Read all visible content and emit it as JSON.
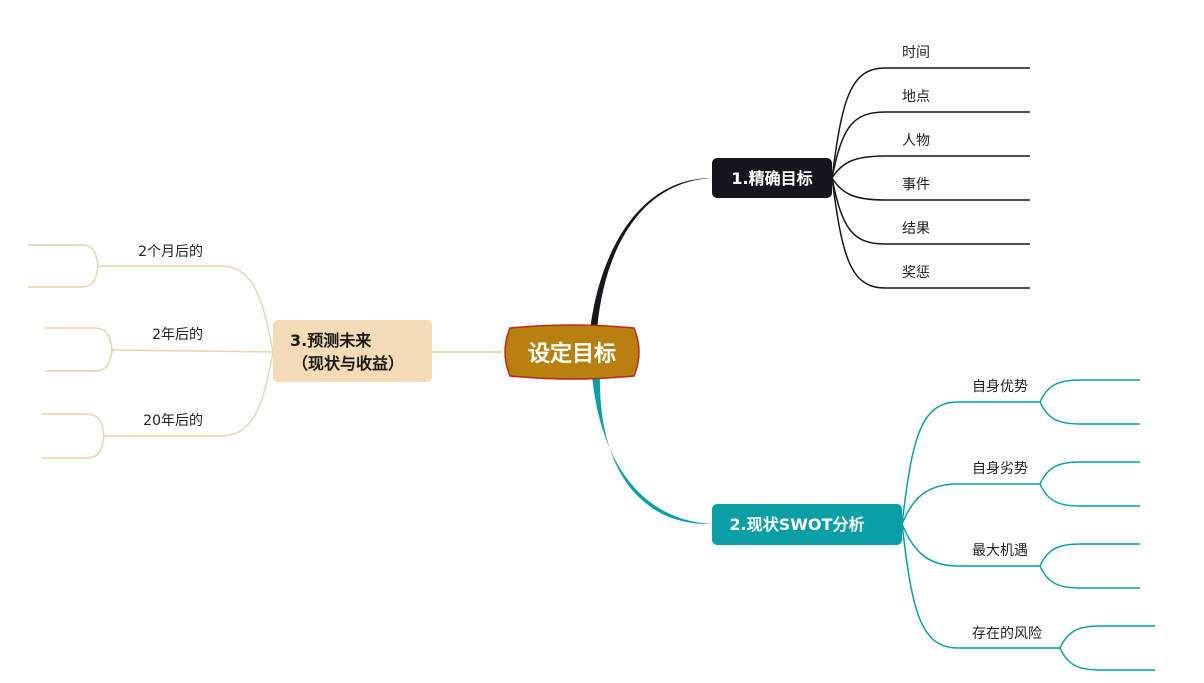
{
  "central": {
    "label": "设定目标"
  },
  "branches": [
    {
      "label": "1.精确目标",
      "color": "#17151f",
      "children": [
        "时间",
        "地点",
        "人物",
        "事件",
        "结果",
        "奖惩"
      ]
    },
    {
      "label": "2.现状SWOT分析",
      "color": "#0a9ea6",
      "children": [
        "自身优势",
        "自身劣势",
        "最大机遇",
        "存在的风险"
      ]
    },
    {
      "label_line1": "3.预测未来",
      "label_line2": "（现状与收益）",
      "color": "#f3dcb5",
      "children": [
        "2个月后的",
        "2年后的",
        "20年后的"
      ]
    }
  ],
  "colors": {
    "center_fill": "#b8800f",
    "center_border": "#c0251c",
    "branch1_line": "#17151f",
    "branch2_line": "#0a9ea6",
    "branch3_line": "#ecd3a8"
  }
}
